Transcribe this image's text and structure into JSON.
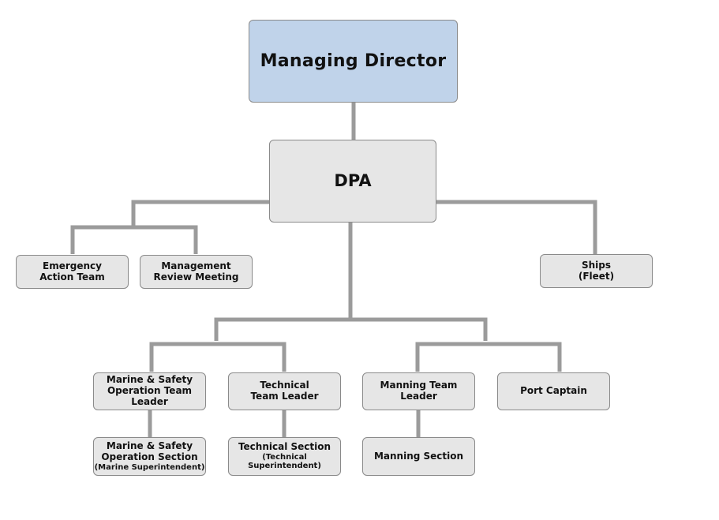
{
  "colors": {
    "top_box": "#c0d3ea",
    "box": "#e6e6e6",
    "border": "#8a8a8a",
    "connector": "#9b9b9b",
    "text": "#111111"
  },
  "nodes": {
    "managing_director": "Managing Director",
    "dpa": "DPA",
    "emergency": [
      "Emergency",
      "Action Team"
    ],
    "management_review": [
      "Management",
      "Review Meeting"
    ],
    "ships": [
      "Ships",
      "(Fleet)"
    ],
    "marine_safety_leader": [
      "Marine & Safety",
      "Operation Team",
      "Leader"
    ],
    "technical_leader": [
      "Technical",
      "Team Leader"
    ],
    "manning_leader": [
      "Manning Team",
      "Leader"
    ],
    "port_captain": "Port Captain",
    "marine_safety_section": [
      "Marine & Safety",
      "Operation Section",
      "(Marine Superintendent)"
    ],
    "technical_section": [
      "Technical Section",
      "(Technical Superintendent)"
    ],
    "manning_section": "Manning Section"
  }
}
